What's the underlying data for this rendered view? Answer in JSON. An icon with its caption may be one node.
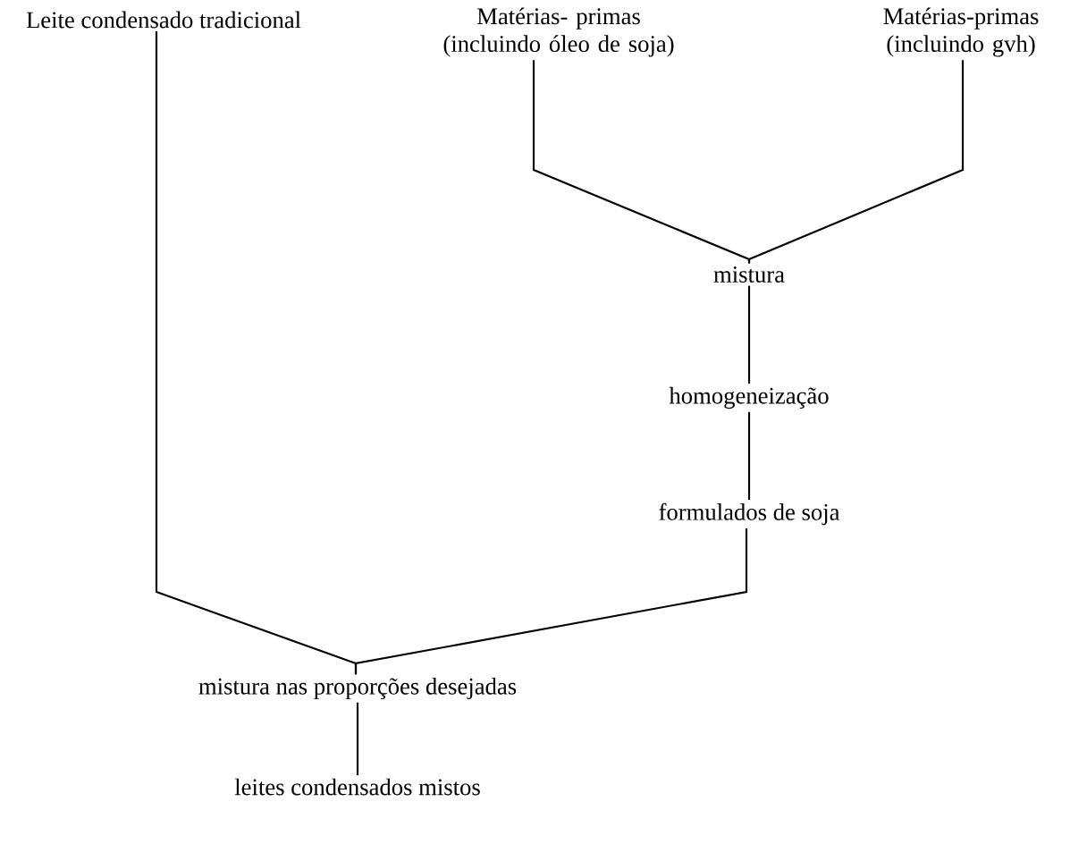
{
  "diagram": {
    "nodes": [
      {
        "text": [
          "Leite condensado tradicional"
        ]
      },
      {
        "text": [
          "Matérias- primas (incluindo óleo de soja)"
        ]
      },
      {
        "text": [
          "Matérias-primas (incluindo gvh)"
        ]
      },
      {
        "text": [
          "mistura"
        ]
      },
      {
        "text": [
          "homogeneização"
        ]
      },
      {
        "text": [
          "formulados de soja"
        ]
      },
      {
        "text": [
          "mistura nas proporções desejadas"
        ]
      },
      {
        "text": [
          "leites condensados mistos"
        ]
      }
    ],
    "edges": [
      {
        "from": 1,
        "to": 3,
        "arrow": "none"
      },
      {
        "from": 2,
        "to": 3,
        "arrow": "none"
      },
      {
        "from": 3,
        "to": 4,
        "arrow": "none"
      },
      {
        "from": 4,
        "to": 5,
        "arrow": "none"
      },
      {
        "from": 0,
        "to": 6,
        "arrow": "none"
      },
      {
        "from": 5,
        "to": 6,
        "arrow": "none"
      },
      {
        "from": 6,
        "to": 7,
        "arrow": "none"
      }
    ]
  }
}
